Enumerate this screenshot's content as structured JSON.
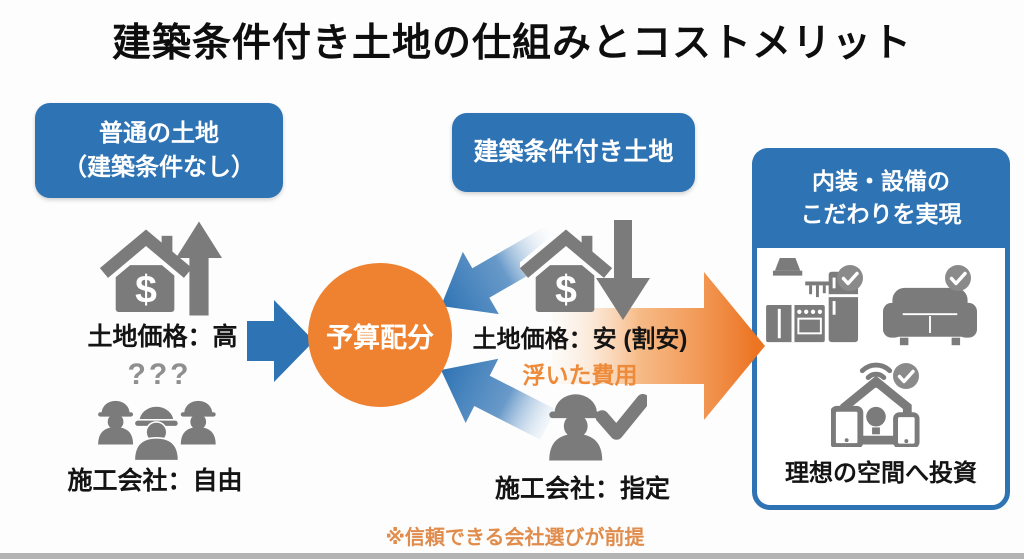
{
  "title": "建築条件付き土地の仕組みとコストメリット",
  "left_column": {
    "box_line1": "普通の土地",
    "box_line2": "（建築条件なし）",
    "price_label": "土地価格：高",
    "question_marks": "???",
    "builder_label": "施工会社：自由"
  },
  "middle_column": {
    "box_label": "建築条件付き土地",
    "price_label": "土地価格：安 (割安)",
    "freed_cost_label": "浮いた費用",
    "builder_label": "施工会社：指定"
  },
  "center": {
    "budget_label": "予算配分"
  },
  "right_panel": {
    "header_line1": "内装・設備の",
    "header_line2": "こだわりを実現",
    "invest_label": "理想の空間へ投資"
  },
  "footnote": "※信頼できる会社選びが前提",
  "symbols": {
    "dollar": "$"
  },
  "icons": [
    "house-price-up-icon",
    "up-arrow-icon",
    "builders-group-icon",
    "question-marks",
    "house-price-down-icon",
    "down-arrow-icon",
    "builder-check-icon",
    "kitchen-icon",
    "sofa-icon",
    "smart-home-icon",
    "check-circle-icon"
  ],
  "colors": {
    "blue": "#2e73b4",
    "orange_circle": "#ee8230",
    "orange_arrow": "#ec7524",
    "orange_text": "#ed8b3b",
    "footnote_orange": "#e08c4c",
    "icon_gray": "#7b7b7b",
    "check_gray": "#8a8a8a",
    "text_black": "#141414"
  }
}
